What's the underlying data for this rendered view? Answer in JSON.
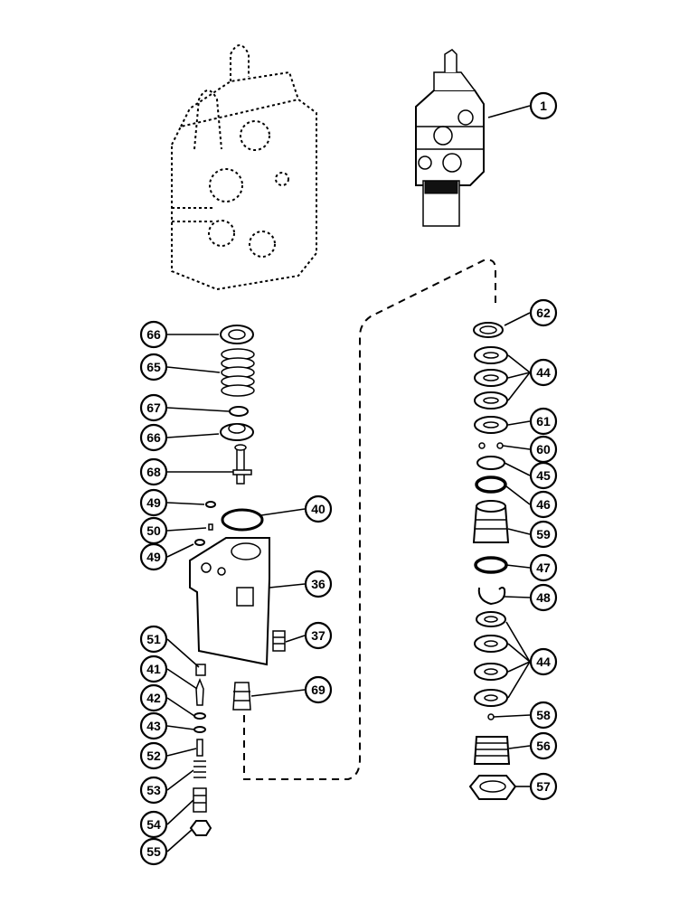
{
  "diagram": {
    "callouts": [
      "1",
      "62",
      "44",
      "61",
      "60",
      "45",
      "46",
      "59",
      "47",
      "48",
      "44",
      "58",
      "56",
      "57",
      "66",
      "65",
      "67",
      "66",
      "68",
      "49",
      "40",
      "50",
      "49",
      "36",
      "37",
      "51",
      "41",
      "42",
      "43",
      "52",
      "53",
      "54",
      "55",
      "69"
    ]
  }
}
